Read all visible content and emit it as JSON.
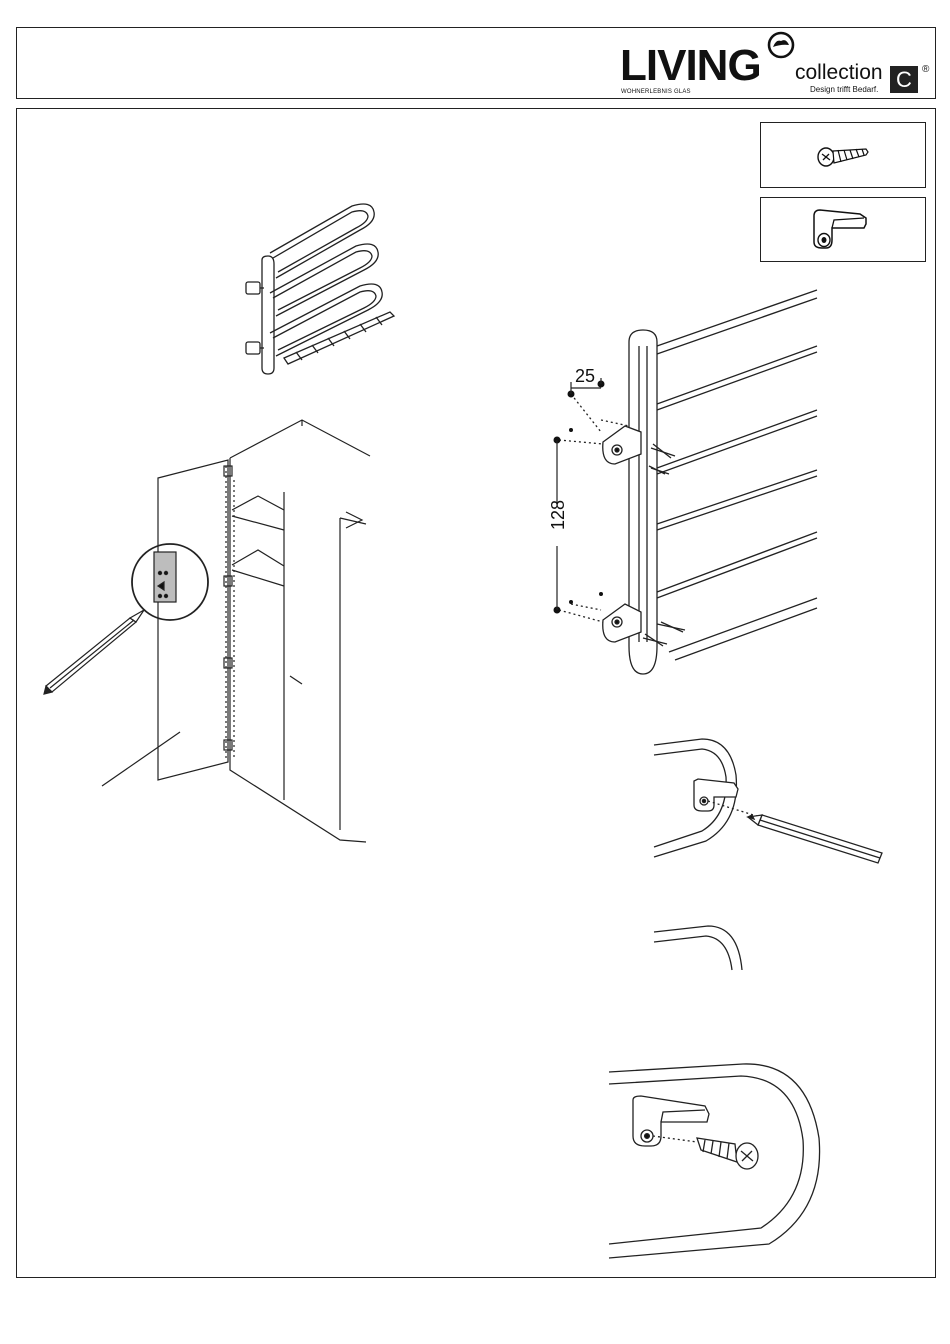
{
  "header": {
    "brand_word": "LIVING",
    "brand_sub": "WOHNERLEBNIS GLAS",
    "collection_word": "collection",
    "tagline": "Design trifft Bedarf.",
    "c_mark": "C",
    "registered": "®"
  },
  "parts": {
    "screw_icon": "screw-icon",
    "clip_icon": "clip-icon"
  },
  "dimensions": {
    "horizontal": "25",
    "vertical": "128"
  }
}
